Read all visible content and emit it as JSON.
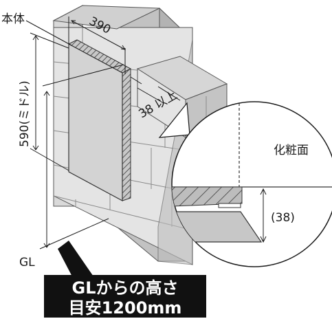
{
  "labels": {
    "body": "本体",
    "width": "390",
    "height": "590(ミドル)",
    "clearance": "38 以上",
    "ground": "GL",
    "finish_surface": "化粧面",
    "gap": "(38)"
  },
  "caption": {
    "line1": "GLからの高さ",
    "line2": "目安1200mm"
  },
  "colors": {
    "wall_face": "#e2e2e2",
    "wall_side": "#c9c9c9",
    "wall_top": "#b5b5b5",
    "unit_front": "#d3d3d3",
    "caption_bg": "#111111",
    "ink": "#1a1a1a"
  }
}
